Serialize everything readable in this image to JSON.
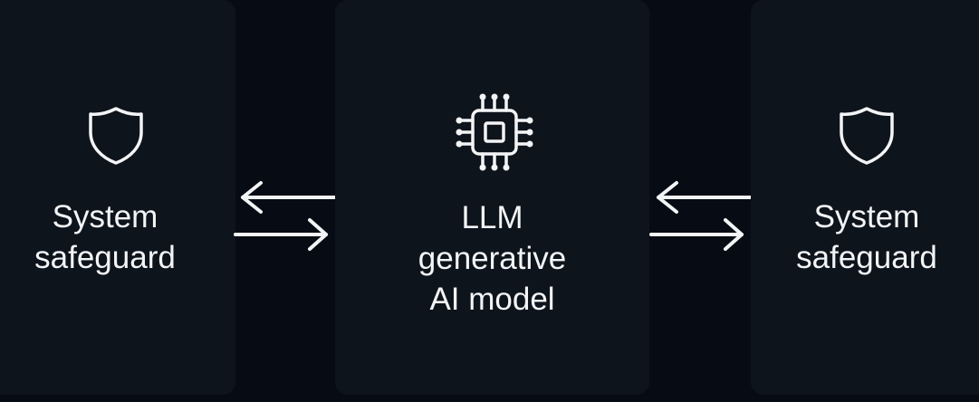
{
  "diagram": {
    "left_node": {
      "icon": "shield-icon",
      "label_line1": "System",
      "label_line2": "safeguard"
    },
    "center_node": {
      "icon": "chip-icon",
      "label_line1": "LLM",
      "label_line2": "generative",
      "label_line3": "AI model"
    },
    "right_node": {
      "icon": "shield-icon",
      "label_line1": "System",
      "label_line2": "safeguard"
    },
    "connectors": [
      {
        "between": "left_node-center_node",
        "type": "bidirectional"
      },
      {
        "between": "center_node-right_node",
        "type": "bidirectional"
      }
    ],
    "colors": {
      "background": "#070c14",
      "panel": "#0e141c",
      "foreground": "#f3f4f6"
    }
  }
}
